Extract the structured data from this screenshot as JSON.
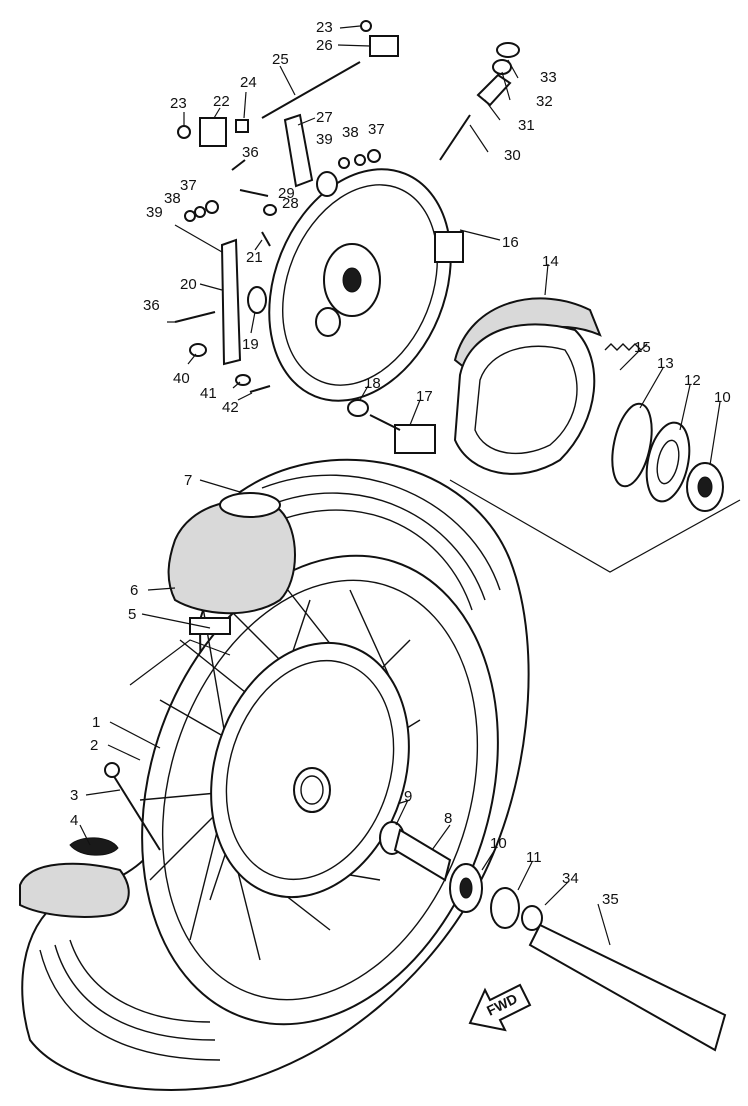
{
  "callouts": [
    {
      "id": "1",
      "text": "1"
    },
    {
      "id": "2",
      "text": "2"
    },
    {
      "id": "3",
      "text": "3"
    },
    {
      "id": "4",
      "text": "4"
    },
    {
      "id": "5",
      "text": "5"
    },
    {
      "id": "6",
      "text": "6"
    },
    {
      "id": "7",
      "text": "7"
    },
    {
      "id": "8",
      "text": "8"
    },
    {
      "id": "9",
      "text": "9"
    },
    {
      "id": "10a",
      "text": "10"
    },
    {
      "id": "10b",
      "text": "10"
    },
    {
      "id": "11",
      "text": "11"
    },
    {
      "id": "12",
      "text": "12"
    },
    {
      "id": "13",
      "text": "13"
    },
    {
      "id": "14",
      "text": "14"
    },
    {
      "id": "15",
      "text": "15"
    },
    {
      "id": "16",
      "text": "16"
    },
    {
      "id": "17",
      "text": "17"
    },
    {
      "id": "18",
      "text": "18"
    },
    {
      "id": "19",
      "text": "19"
    },
    {
      "id": "20",
      "text": "20"
    },
    {
      "id": "21",
      "text": "21"
    },
    {
      "id": "22",
      "text": "22"
    },
    {
      "id": "23a",
      "text": "23"
    },
    {
      "id": "23b",
      "text": "23"
    },
    {
      "id": "24",
      "text": "24"
    },
    {
      "id": "25",
      "text": "25"
    },
    {
      "id": "26",
      "text": "26"
    },
    {
      "id": "27",
      "text": "27"
    },
    {
      "id": "28",
      "text": "28"
    },
    {
      "id": "29",
      "text": "29"
    },
    {
      "id": "30",
      "text": "30"
    },
    {
      "id": "31",
      "text": "31"
    },
    {
      "id": "32",
      "text": "32"
    },
    {
      "id": "33",
      "text": "33"
    },
    {
      "id": "34",
      "text": "34"
    },
    {
      "id": "35",
      "text": "35"
    },
    {
      "id": "36a",
      "text": "36"
    },
    {
      "id": "36b",
      "text": "36"
    },
    {
      "id": "37a",
      "text": "37"
    },
    {
      "id": "37b",
      "text": "37"
    },
    {
      "id": "38a",
      "text": "38"
    },
    {
      "id": "38b",
      "text": "38"
    },
    {
      "id": "39a",
      "text": "39"
    },
    {
      "id": "39b",
      "text": "39"
    },
    {
      "id": "40",
      "text": "40"
    },
    {
      "id": "41",
      "text": "41"
    },
    {
      "id": "42",
      "text": "42"
    }
  ],
  "fwd_label": "FWD"
}
